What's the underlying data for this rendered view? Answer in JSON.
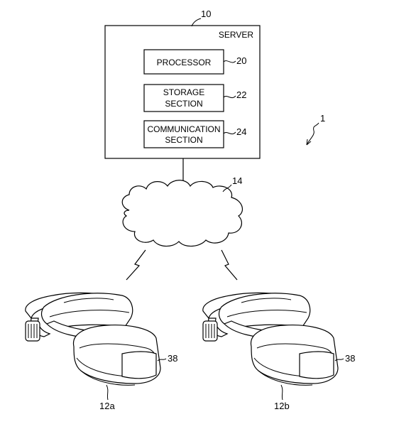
{
  "system_ref": "1",
  "server": {
    "ref": "10",
    "title": "SERVER",
    "processor": {
      "label": "PROCESSOR",
      "ref": "20"
    },
    "storage": {
      "label_line1": "STORAGE",
      "label_line2": "SECTION",
      "ref": "22"
    },
    "communication": {
      "label_line1": "COMMUNICATION",
      "label_line2": "SECTION",
      "ref": "24"
    }
  },
  "network": {
    "ref": "14"
  },
  "headset_left": {
    "ref": "12a",
    "panel_ref": "38"
  },
  "headset_right": {
    "ref": "12b",
    "panel_ref": "38"
  }
}
